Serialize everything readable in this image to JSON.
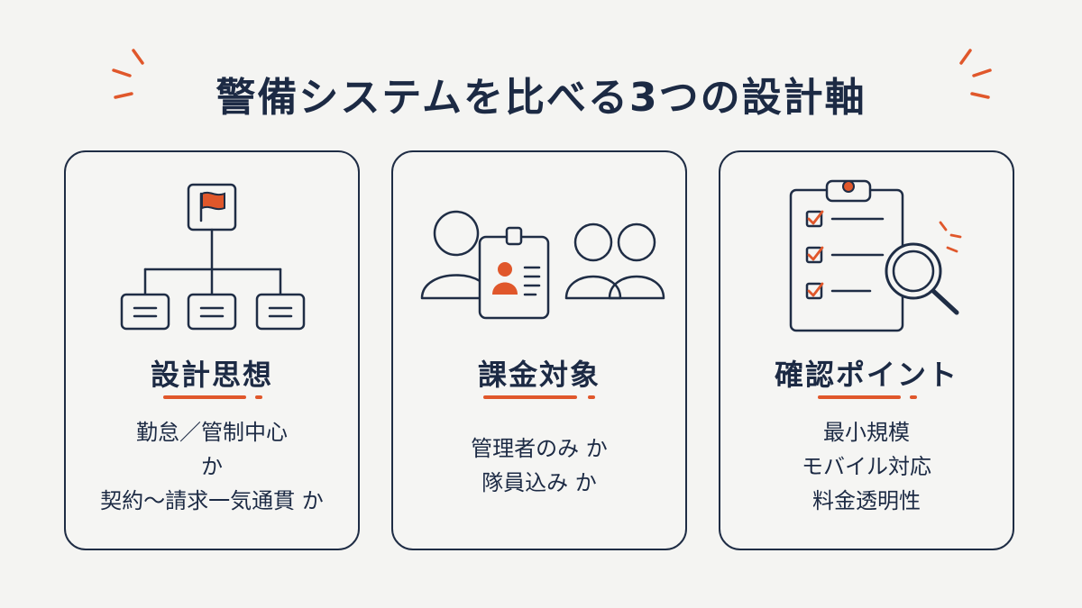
{
  "title": "警備システムを比べる3つの設計軸",
  "colors": {
    "navy": "#1c2a44",
    "accent": "#e0572b",
    "background": "#f4f4f2"
  },
  "cards": [
    {
      "title": "設計思想",
      "icon": "org-chart-flag-icon",
      "lines": [
        "勤怠／管制中心",
        "か",
        "契約〜請求一気通貫 か"
      ]
    },
    {
      "title": "課金対象",
      "icon": "users-id-badge-icon",
      "lines": [
        "管理者のみ か",
        "隊員込み か"
      ]
    },
    {
      "title": "確認ポイント",
      "icon": "clipboard-checklist-magnifier-icon",
      "lines": [
        "最小規模",
        "モバイル対応",
        "料金透明性"
      ]
    }
  ]
}
